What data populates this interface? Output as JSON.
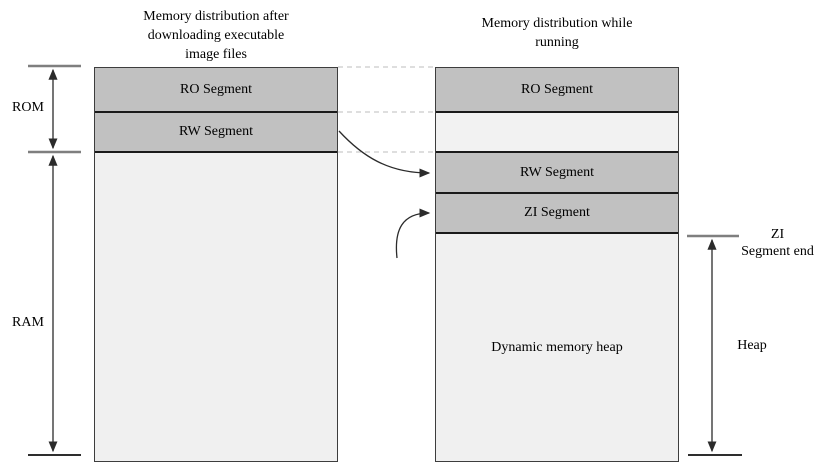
{
  "diagram": {
    "kind": "memory-layout-diagram",
    "titles": {
      "left": {
        "full": "Memory distribution after downloading executable image files",
        "lines": [
          "Memory distribution after",
          "downloading executable",
          "image files"
        ]
      },
      "right": {
        "full": "Memory distribution while running",
        "lines": [
          "Memory distribution while",
          "running"
        ]
      }
    },
    "left_column": {
      "segments": {
        "ro": "RO Segment",
        "rw": "RW Segment",
        "free": ""
      }
    },
    "right_column": {
      "segments": {
        "ro": "RO Segment",
        "gap": "",
        "rw": "RW Segment",
        "zi": "ZI Segment",
        "heap": "Dynamic memory heap"
      }
    },
    "side_labels": {
      "rom": "ROM",
      "ram": "RAM",
      "heap": "Heap",
      "zi_end": {
        "full": "ZI Segment end",
        "lines": [
          "ZI",
          "Segment end"
        ]
      }
    },
    "colors": {
      "segment_dark": "#c1c1c1",
      "segment_light": "#f0f0f0",
      "border": "#3d3d3d",
      "arrow": "#2b2b2b",
      "dashed_guide": "#c9c9c9",
      "tick_gray": "#7f7f7f"
    }
  }
}
